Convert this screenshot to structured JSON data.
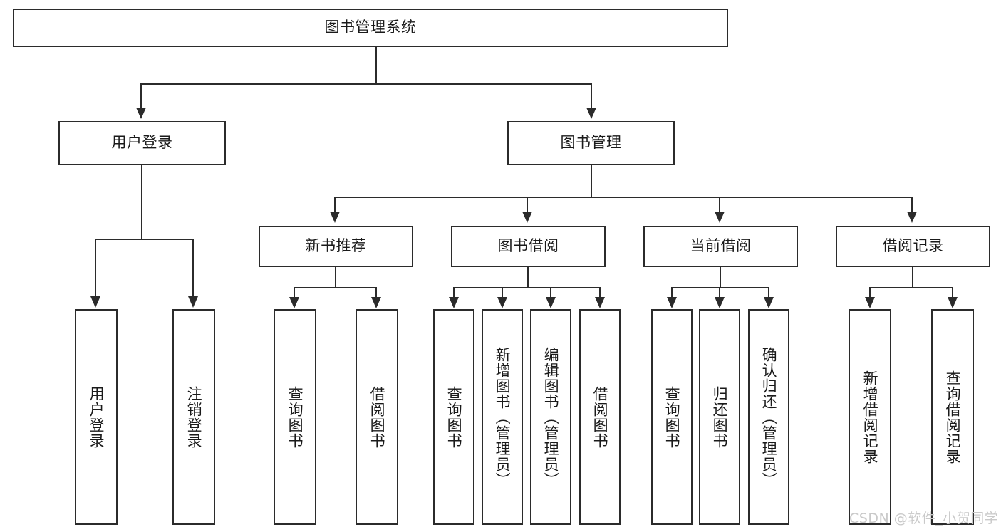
{
  "diagram": {
    "title": "图书管理系统",
    "type": "tree-hierarchy-diagram",
    "background_color": "#ffffff",
    "line_color": "#2b2b2b",
    "text_color": "#1a1a1a",
    "root": {
      "label": "图书管理系统",
      "orientation": "horizontal"
    },
    "level2": [
      {
        "label": "用户登录",
        "orientation": "horizontal"
      },
      {
        "label": "图书管理",
        "orientation": "horizontal"
      }
    ],
    "level3": [
      {
        "label": "新书推荐",
        "orientation": "horizontal"
      },
      {
        "label": "图书借阅",
        "orientation": "horizontal"
      },
      {
        "label": "当前借阅",
        "orientation": "horizontal"
      },
      {
        "label": "借阅记录",
        "orientation": "horizontal"
      }
    ],
    "leaves_user_login": [
      {
        "label": "用户登录",
        "orientation": "vertical"
      },
      {
        "label": "注销登录",
        "orientation": "vertical"
      }
    ],
    "leaves_new_book": [
      {
        "label": "查询图书",
        "orientation": "vertical"
      },
      {
        "label": "借阅图书",
        "orientation": "vertical"
      }
    ],
    "leaves_borrow": [
      {
        "label": "查询图书",
        "orientation": "vertical"
      },
      {
        "label": "新增图书（管理员）",
        "orientation": "vertical"
      },
      {
        "label": "编辑图书（管理员）",
        "orientation": "vertical"
      },
      {
        "label": "借阅图书",
        "orientation": "vertical"
      }
    ],
    "leaves_current": [
      {
        "label": "查询图书",
        "orientation": "vertical"
      },
      {
        "label": "归还图书",
        "orientation": "vertical"
      },
      {
        "label": "确认归还（管理员）",
        "orientation": "vertical"
      }
    ],
    "leaves_records": [
      {
        "label": "新增借阅记录",
        "orientation": "vertical"
      },
      {
        "label": "查询借阅记录",
        "orientation": "vertical"
      }
    ]
  },
  "watermark": {
    "text": "CSDN @软件_小贺同学",
    "color": "#c9c9c9"
  }
}
